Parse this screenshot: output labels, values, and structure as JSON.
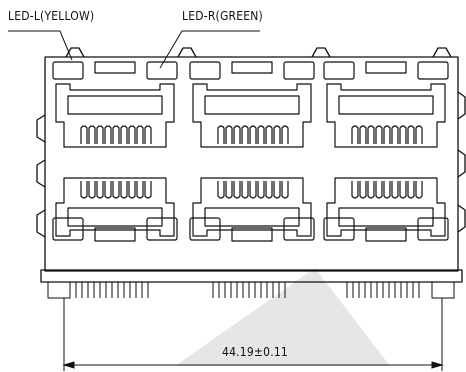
{
  "callouts": {
    "led_left": "LED-L(YELLOW)",
    "led_right": "LED-R(GREEN)"
  },
  "dimension": {
    "width_label": "44.19±0.11"
  },
  "layout": {
    "port_rows": 2,
    "port_columns": 3,
    "contacts_per_port": 9
  },
  "colors": {
    "line": "#111111",
    "watermark": "#e6e6e6",
    "background": "#ffffff"
  }
}
